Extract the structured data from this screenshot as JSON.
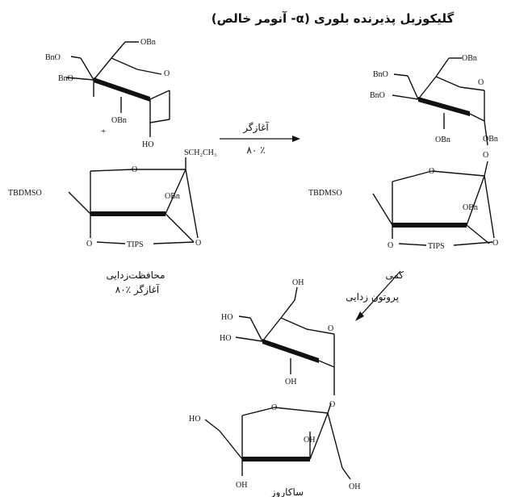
{
  "title": "گلیکوزیل پذیرنده بلوری (α- آنومر خالص)",
  "reaction": {
    "arrow_top": "آغازگر",
    "arrow_bottom": "٪ ۸۰",
    "plus": "+",
    "deprotection_line1": "محافظت‌زدایی",
    "deprotection_line2": "آغازگر ٪۸۰",
    "quant": "کمی",
    "deprotonation": "پروتون زدایی",
    "product_name": "ساکاروز"
  },
  "labels": {
    "obn": "OBn",
    "bno": "BnO",
    "ho": "HO",
    "oh": "OH",
    "o": "O",
    "tbdmso": "TBDMSO",
    "tips": "TIPS",
    "sch2ch3": "SCH₂CH₃"
  }
}
